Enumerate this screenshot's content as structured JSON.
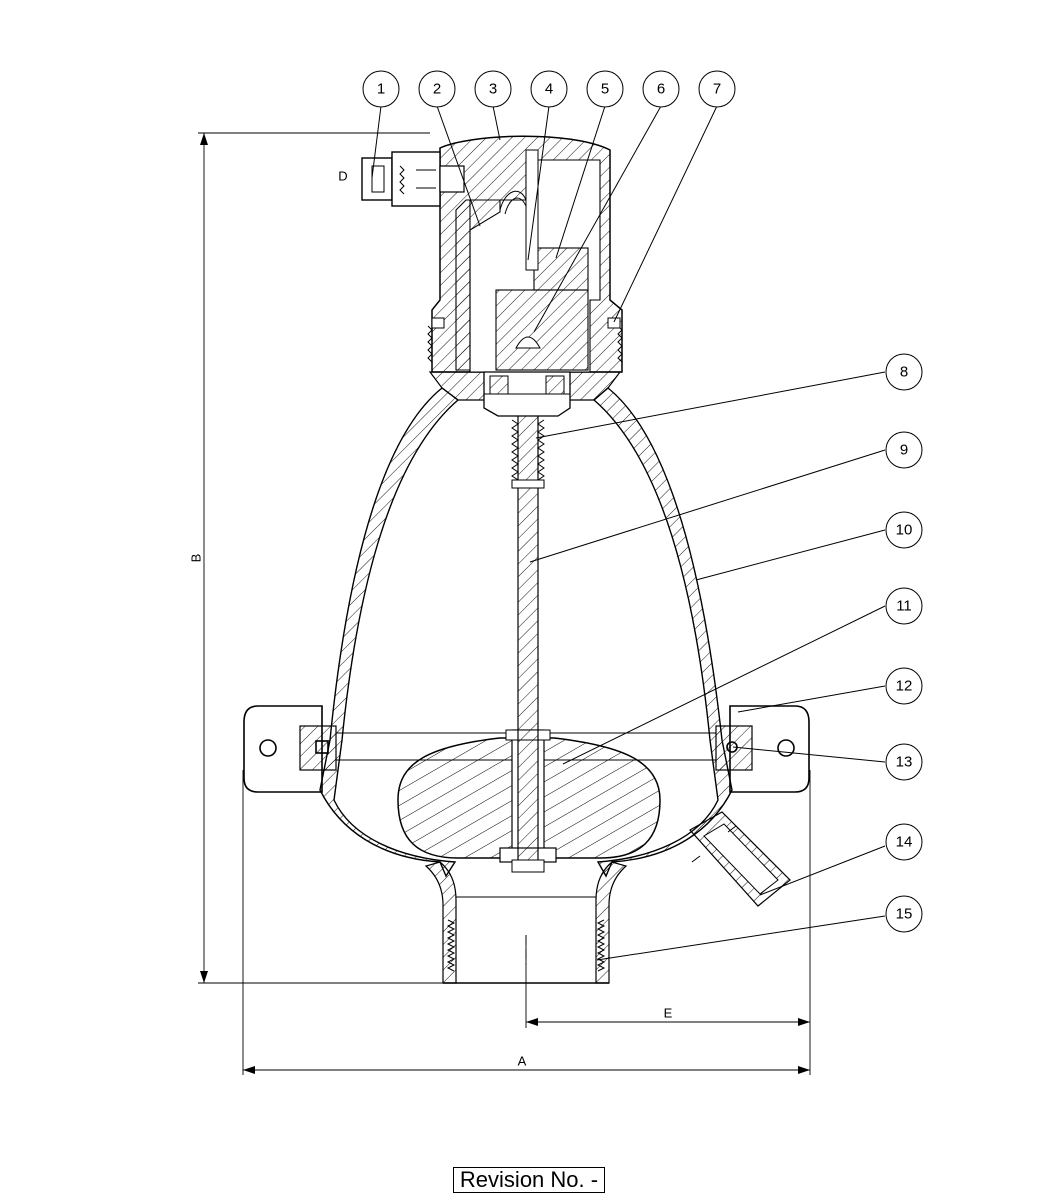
{
  "callouts": [
    "1",
    "2",
    "3",
    "4",
    "5",
    "6",
    "7",
    "8",
    "9",
    "10",
    "11",
    "12",
    "13",
    "14",
    "15"
  ],
  "dimensions": {
    "a": "A",
    "b": "B",
    "d": "D",
    "e": "E"
  },
  "revision_label": "Revision No. -"
}
